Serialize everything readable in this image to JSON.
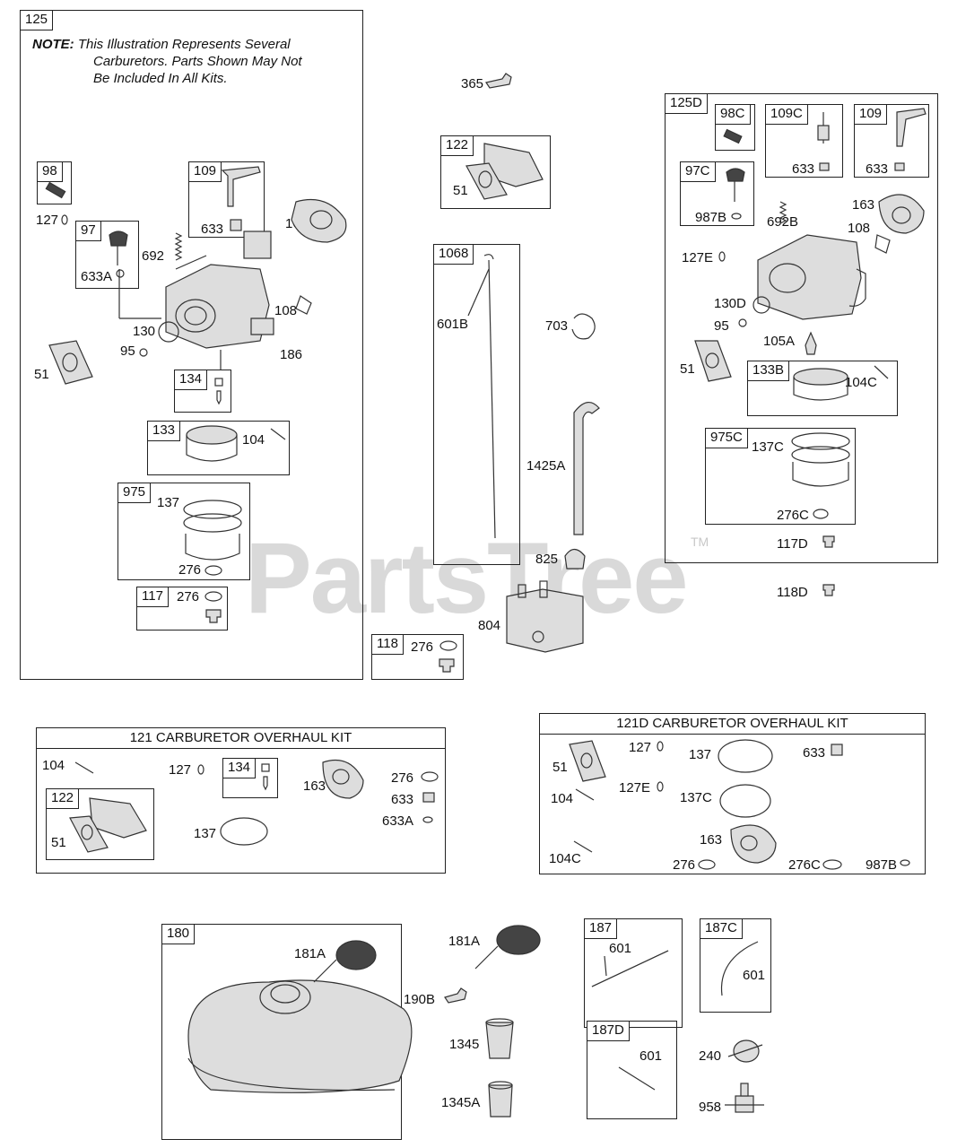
{
  "note": {
    "prefix": "NOTE:",
    "text_line1": "This Illustration Represents Several",
    "text_line2": "Carburetors. Parts Shown May Not",
    "text_line3": "Be Included In All Kits."
  },
  "watermark": "PartsTree",
  "trademark": "TM",
  "boxes": {
    "b125": "125",
    "b98": "98",
    "b109": "109",
    "b97": "97",
    "b134": "134",
    "b133": "133",
    "b975": "975",
    "b117": "117",
    "b122": "122",
    "b1068": "1068",
    "b118": "118",
    "b125D": "125D",
    "b98C": "98C",
    "b109C": "109C",
    "b109r": "109",
    "b97C": "97C",
    "b133B": "133B",
    "b975C": "975C",
    "k121_122": "122",
    "k121_134": "134",
    "b180": "180",
    "b187": "187",
    "b187C": "187C",
    "b187D": "187D"
  },
  "kits": {
    "k121": "121 CARBURETOR OVERHAUL KIT",
    "k121D": "121D CARBURETOR OVERHAUL KIT"
  },
  "labels": {
    "l127": "127",
    "l633a": "633",
    "l692": "692",
    "l633A": "633A",
    "l163": "163",
    "l108": "108",
    "l130": "130",
    "l95": "95",
    "l186": "186",
    "l51": "51",
    "l104": "104",
    "l137": "137",
    "l276a": "276",
    "l276b": "276",
    "l365": "365",
    "l51b": "51",
    "l601B": "601B",
    "l703": "703",
    "l1425A": "1425A",
    "l825": "825",
    "l804": "804",
    "l276c": "276",
    "l633b": "633",
    "l633c": "633",
    "l987B": "987B",
    "l692B": "692B",
    "l163b": "163",
    "l108b": "108",
    "l127E": "127E",
    "l130D": "130D",
    "l95b": "95",
    "l105A": "105A",
    "l51c": "51",
    "l104C": "104C",
    "l137C": "137C",
    "l276C": "276C",
    "l117D": "117D",
    "l118D": "118D",
    "k_104": "104",
    "k_127": "127",
    "k_163": "163",
    "k_276": "276",
    "k_633": "633",
    "k_633A": "633A",
    "k_51": "51",
    "k_137": "137",
    "d_51": "51",
    "d_127": "127",
    "d_137": "137",
    "d_633": "633",
    "d_104": "104",
    "d_127E": "127E",
    "d_137C": "137C",
    "d_104C": "104C",
    "d_163": "163",
    "d_276": "276",
    "d_276C": "276C",
    "d_987B": "987B",
    "l181A": "181A",
    "l181Ab": "181A",
    "l190B": "190B",
    "l1345": "1345",
    "l1345A": "1345A",
    "l601a": "601",
    "l601b": "601",
    "l601c": "601",
    "l240": "240",
    "l958": "958"
  }
}
